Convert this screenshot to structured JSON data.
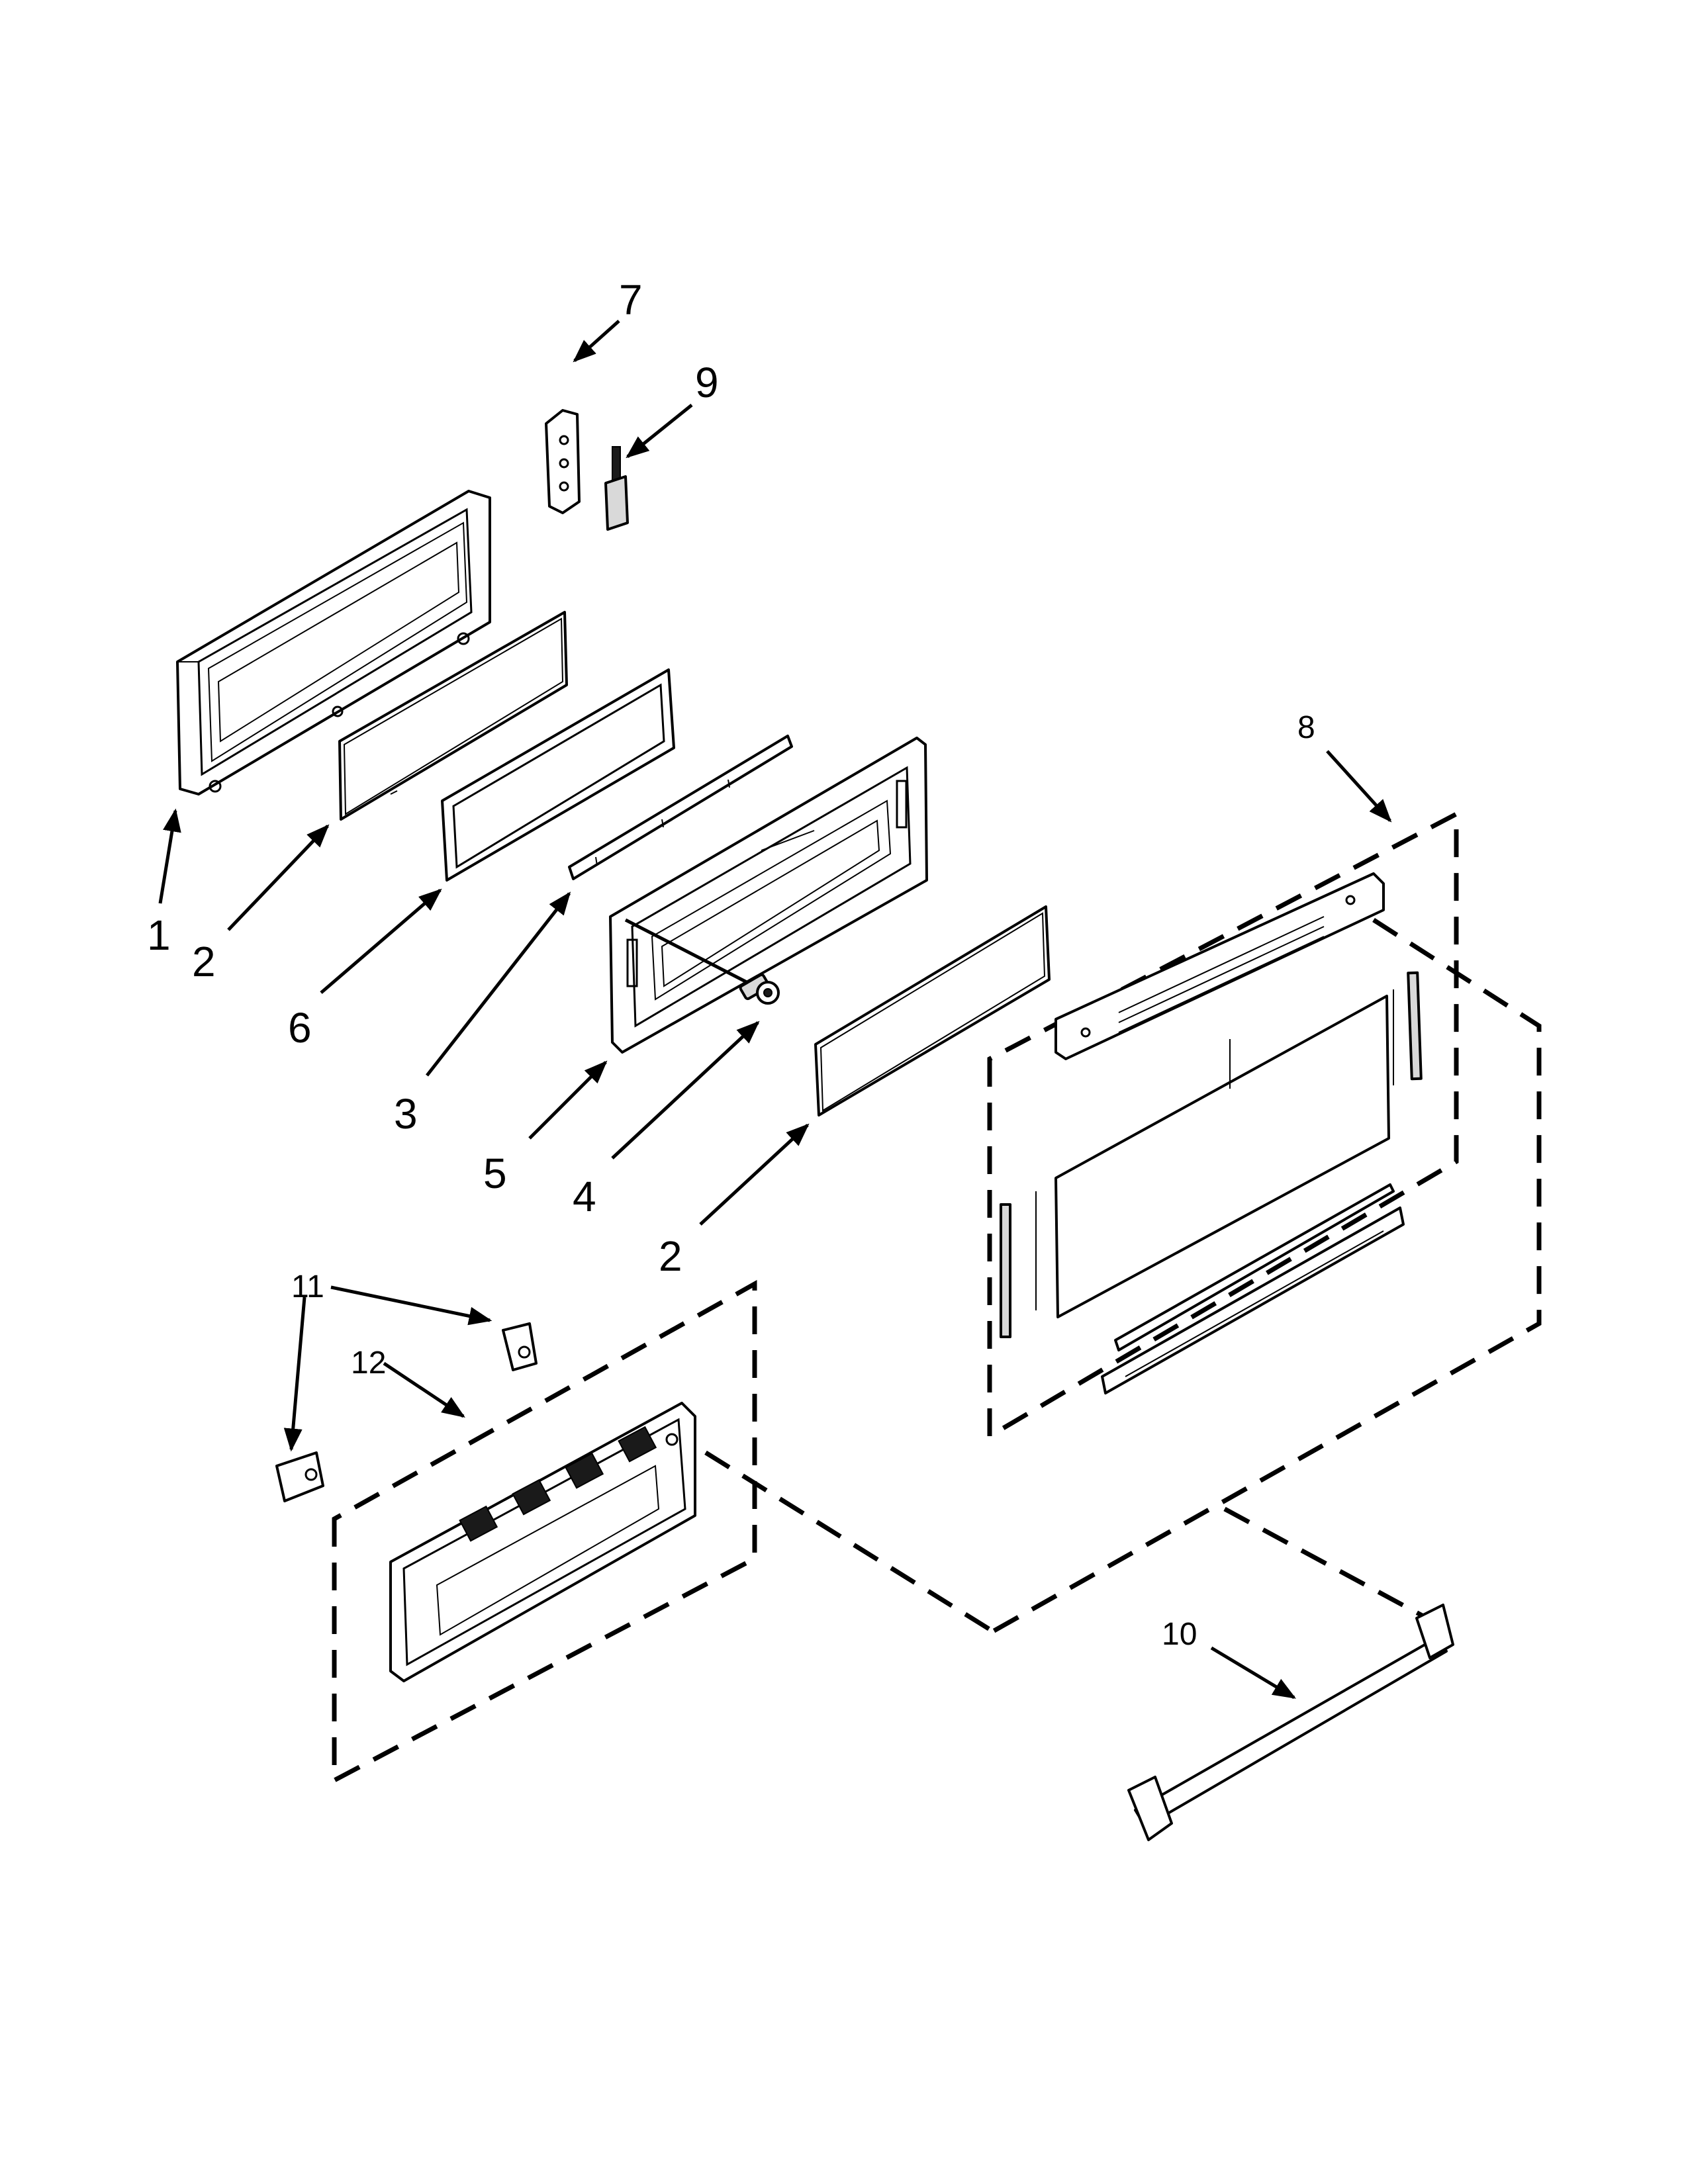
{
  "callouts": {
    "c1": "1",
    "c2a": "2",
    "c2b": "2",
    "c3": "3",
    "c4": "4",
    "c5": "5",
    "c6": "6",
    "c7": "7",
    "c8": "8",
    "c9": "9",
    "c10": "10",
    "c11": "11",
    "c12": "12"
  },
  "colors": {
    "line": "#000000",
    "background": "#ffffff",
    "shade": "#d9d9d9"
  }
}
